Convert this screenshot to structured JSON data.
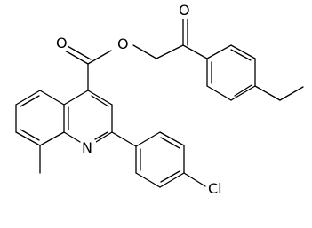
{
  "diagram": {
    "type": "chemical-structure",
    "atom_labels": {
      "carbonyl_oxygen_1": "O",
      "ester_oxygen": "O",
      "carbonyl_oxygen_2": "O",
      "ring_nitrogen": "N",
      "chlorine": "Cl"
    },
    "colors": {
      "bond": "#000000",
      "text": "#000000",
      "background": "#ffffff"
    }
  }
}
